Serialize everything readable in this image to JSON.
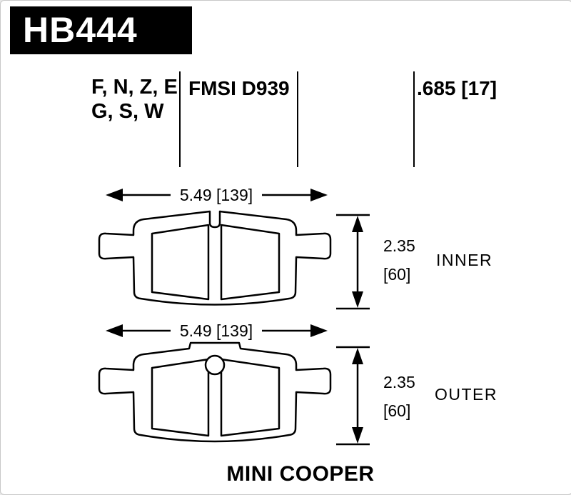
{
  "header": {
    "part_number": "HB444",
    "compound_codes_line1": "F, N, Z, E",
    "compound_codes_line2": "G, S, W",
    "fmsi_number": "FMSI D939",
    "pad_thickness": ".685 [17]"
  },
  "inner_pad": {
    "label": "INNER",
    "width_dimension": "5.49 [139]",
    "thickness_dimension_in": "2.35",
    "thickness_dimension_mm": "[60]"
  },
  "outer_pad": {
    "label": "OUTER",
    "width_dimension": "5.49 [139]",
    "thickness_dimension_in": "2.35",
    "thickness_dimension_mm": "[60]"
  },
  "vehicle": "MINI COOPER",
  "colors": {
    "line": "#000000",
    "part_box_background": "#000000",
    "part_box_text": "#ffffff",
    "background": "#ffffff"
  }
}
